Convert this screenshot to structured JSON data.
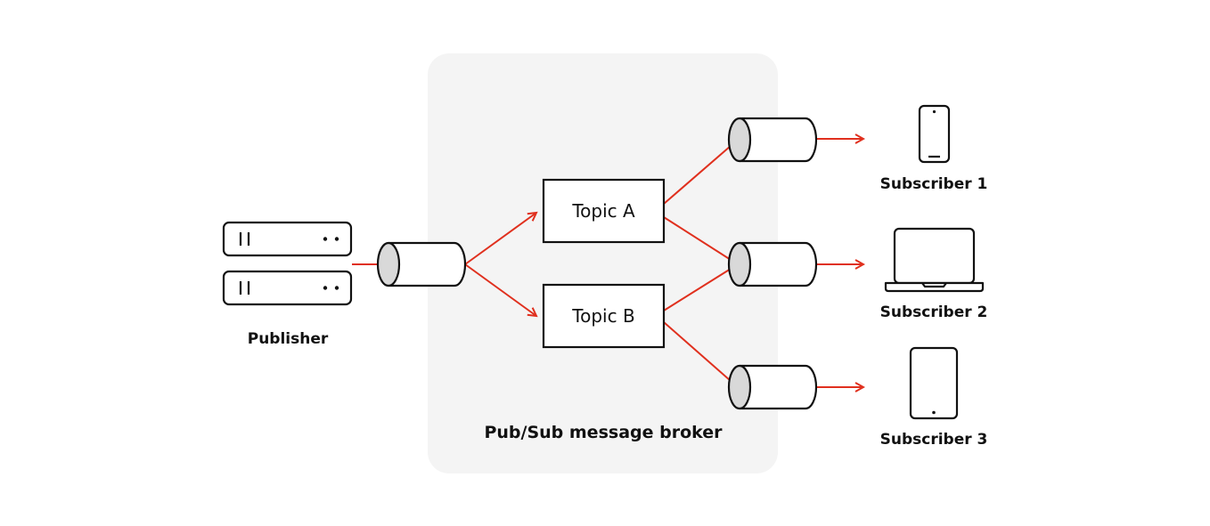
{
  "colors": {
    "accent": "#e0301e",
    "outline": "#111111",
    "broker_bg": "#f4f4f4",
    "cylinder_cap": "#d9d9d9"
  },
  "publisher": {
    "label": "Publisher",
    "icon": "server-stack-icon"
  },
  "broker": {
    "label": "Pub/Sub message broker",
    "topics": [
      {
        "label": "Topic A"
      },
      {
        "label": "Topic B"
      }
    ]
  },
  "queues": {
    "icon": "queue-cylinder-icon"
  },
  "subscribers": [
    {
      "label": "Subscriber 1",
      "icon": "smartphone-icon"
    },
    {
      "label": "Subscriber 2",
      "icon": "laptop-icon"
    },
    {
      "label": "Subscriber 3",
      "icon": "tablet-icon"
    }
  ]
}
